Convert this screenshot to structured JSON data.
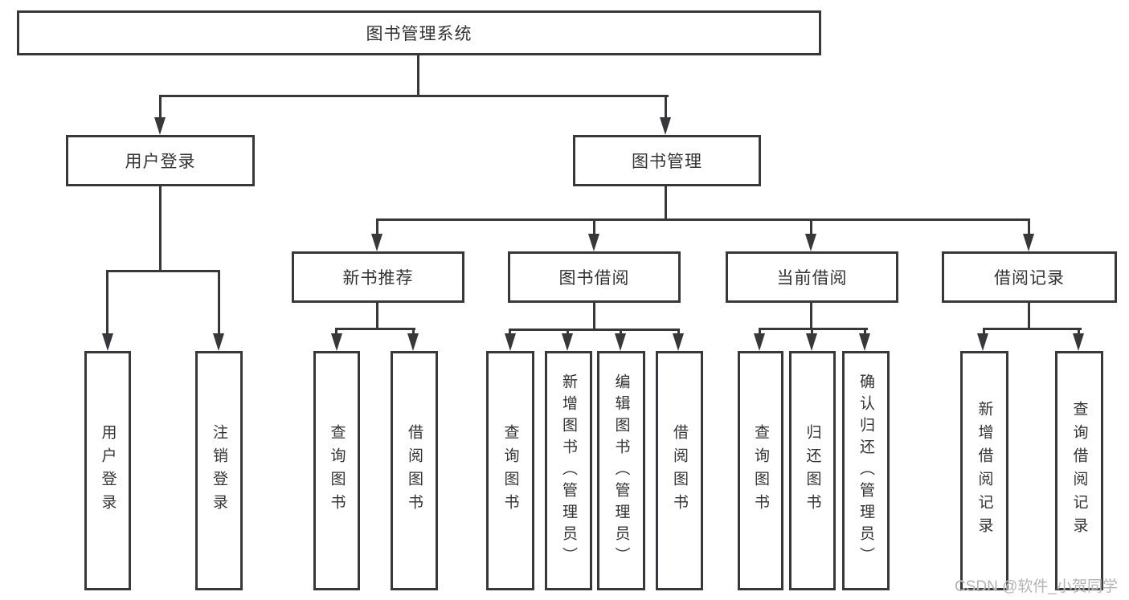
{
  "tree": {
    "root": "图书管理系统",
    "branches": [
      {
        "label": "用户登录",
        "children": [
          "用户登录",
          "注销登录"
        ]
      },
      {
        "label": "图书管理",
        "children": [
          {
            "label": "新书推荐",
            "children": [
              "查询图书",
              "借阅图书"
            ]
          },
          {
            "label": "图书借阅",
            "children": [
              "查询图书",
              "新增图书（管理员）",
              "编辑图书（管理员）",
              "借阅图书"
            ]
          },
          {
            "label": "当前借阅",
            "children": [
              "查询图书",
              "归还图书",
              "确认归还（管理员）"
            ]
          },
          {
            "label": "借阅记录",
            "children": [
              "新增借阅记录",
              "查询借阅记录"
            ]
          }
        ]
      }
    ]
  },
  "watermark": {
    "text": "CSDN @软件_小贺同学",
    "color": "#b4b4b4"
  },
  "colors": {
    "line": "#38383c",
    "text": "#333333",
    "background": "#ffffff"
  }
}
